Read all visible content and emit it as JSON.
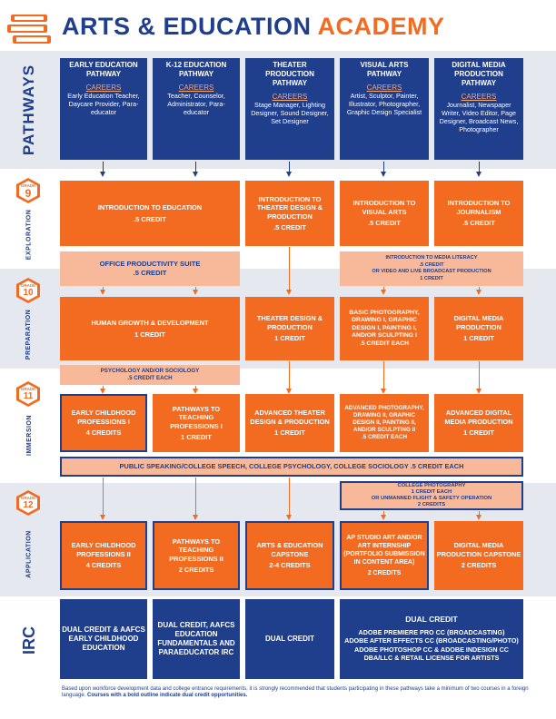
{
  "header": {
    "title_part1": "ARTS & EDUCATION",
    "title_part2": "ACADEMY"
  },
  "side_labels": {
    "pathways": "PATHWAYS",
    "irc": "IRC"
  },
  "grades": [
    {
      "word": "GRADE",
      "number": "9",
      "stage": "EXPLORATION"
    },
    {
      "word": "GRADE",
      "number": "10",
      "stage": "PREPARATION"
    },
    {
      "word": "GRADE",
      "number": "11",
      "stage": "IMMERSION"
    },
    {
      "word": "GRADE",
      "number": "12",
      "stage": "APPLICATION"
    }
  ],
  "careers_label": "CAREERS",
  "pathways": [
    {
      "name": "EARLY EDUCATION PATHWAY",
      "careers": "Early Education Teacher, Daycare Provider, Para-educator"
    },
    {
      "name": "K-12 EDUCATION PATHWAY",
      "careers": "Teacher, Counselor, Administrator, Para-educator"
    },
    {
      "name": "THEATER PRODUCTION PATHWAY",
      "careers": "Stage Manager, Lighting Designer, Sound Designer, Set Designer"
    },
    {
      "name": "VISUAL ARTS PATHWAY",
      "careers": "Artist, Sculptor, Painter, Illustrator, Photographer, Graphic Design Specialist"
    },
    {
      "name": "DIGITAL MEDIA PRODUCTION PATHWAY",
      "careers": "Journalist, Newspaper Writer, Video Editor, Page Designer, Broadcast News, Photographer"
    }
  ],
  "grade9": {
    "intro_edu": {
      "name": "INTRODUCTION TO EDUCATION",
      "credit": ".5 CREDIT"
    },
    "intro_theater": {
      "name": "INTRODUCTION TO THEATER DESIGN & PRODUCTION",
      "credit": ".5 CREDIT"
    },
    "intro_visual": {
      "name": "INTRODUCTION TO VISUAL ARTS",
      "credit": ".5 CREDIT"
    },
    "intro_journalism": {
      "name": "INTRODUCTION TO JOURNALISM",
      "credit": ".5 CREDIT"
    },
    "office": {
      "name": "OFFICE PRODUCTIVITY SUITE",
      "credit": ".5 CREDIT"
    },
    "media_literacy": {
      "line1": "INTRODUCTION TO MEDIA LITERACY",
      "line2": ".5 CREDIT",
      "line3": "OR VIDEO AND LIVE BROADCAST PRODUCTION",
      "line4": "1 CREDIT"
    }
  },
  "grade10": {
    "human_growth": {
      "name": "HUMAN GROWTH & DEVELOPMENT",
      "credit": "1 CREDIT"
    },
    "theater_design": {
      "name": "THEATER DESIGN & PRODUCTION",
      "credit": "1 CREDIT"
    },
    "basic_photo": {
      "name": "BASIC PHOTOGRAPHY, DRAWING I, GRAPHIC DESIGN I, PAINTING I, AND/OR SCULPTING I",
      "credit": ".5 CREDIT EACH"
    },
    "digital_media": {
      "name": "DIGITAL MEDIA PRODUCTION",
      "credit": "1 CREDIT"
    },
    "psychology": {
      "name": "PSYCHOLOGY AND/OR SOCIOLOGY",
      "credit": ".5 CREDIT EACH"
    }
  },
  "grade11": {
    "early_childhood": {
      "name": "EARLY CHILDHOOD PROFESSIONS I",
      "credit": "4 CREDITS"
    },
    "pathways_teaching": {
      "name": "PATHWAYS TO TEACHING PROFESSIONS I",
      "credit": "1 CREDIT"
    },
    "adv_theater": {
      "name": "ADVANCED THEATER DESIGN & PRODUCTION",
      "credit": "1 CREDIT"
    },
    "adv_photo": {
      "name": "ADVANCED PHOTOGRAPHY, DRAWING II, GRAPHIC DESIGN II, PAINTING II, AND/OR SCULPTING II",
      "credit": ".5 CREDIT EACH"
    },
    "adv_digital": {
      "name": "ADVANCED DIGITAL MEDIA PRODUCTION",
      "credit": "1 CREDIT"
    },
    "public_speaking": "PUBLIC SPEAKING/COLLEGE SPEECH, COLLEGE PSYCHOLOGY, COLLEGE SOCIOLOGY .5 CREDIT EACH",
    "college_photo": {
      "line1": "COLLEGE PHOTOGRAPHY",
      "line2": "1 CREDIT EACH",
      "line3": "OR UNMANNED FLIGHT & SAFETY OPERATION",
      "line4": "2 CREDITS"
    }
  },
  "grade12": {
    "early_childhood2": {
      "name": "EARLY CHILDHOOD PROFESSIONS II",
      "credit": "4 CREDITS"
    },
    "pathways_teaching2": {
      "name": "PATHWAYS TO TEACHING PROFESSIONS II",
      "credit": "2 CREDITS"
    },
    "capstone": {
      "name": "ARTS & EDUCATION CAPSTONE",
      "credit": "2-4 CREDITS"
    },
    "ap_studio": {
      "name": "AP STUDIO ART AND/OR ART INTERNSHIP (PORTFOLIO SUBMISSION IN CONTENT AREA)",
      "credit": "2 CREDITS"
    },
    "digital_capstone": {
      "name": "DIGITAL MEDIA PRODUCTION CAPSTONE",
      "credit": "2 CREDITS"
    }
  },
  "irc": {
    "col1": "DUAL CREDIT & AAFCS EARLY CHILDHOOD EDUCATION",
    "col2": "DUAL CREDIT, AAFCS EDUCATION FUNDAMENTALS AND PARAEDUCATOR IRC",
    "col3": "DUAL CREDIT",
    "col4_title": "DUAL CREDIT",
    "col4_items": [
      "ADOBE PREMIERE PRO CC (BROADCASTING)",
      "ADOBE AFTER EFFECTS CC (BROADCASTING/PHOTO)",
      "ADOBE PHOTOSHOP CC & ADOBE INDESIGN CC",
      "DBA/LLC & RETAIL LICENSE FOR ARTISTS"
    ]
  },
  "footer": {
    "note": "Based upon workforce development data and college entrance requirements, it is strongly recommended that students participating in these pathways take a minimum of two courses in a foreign language.",
    "bold_note": "Courses with a bold outline indicate dual credit opportunities."
  },
  "colors": {
    "navy": "#1f3e8c",
    "orange": "#f26b21",
    "peach": "#f7b999",
    "band": "#e5e8ef"
  }
}
